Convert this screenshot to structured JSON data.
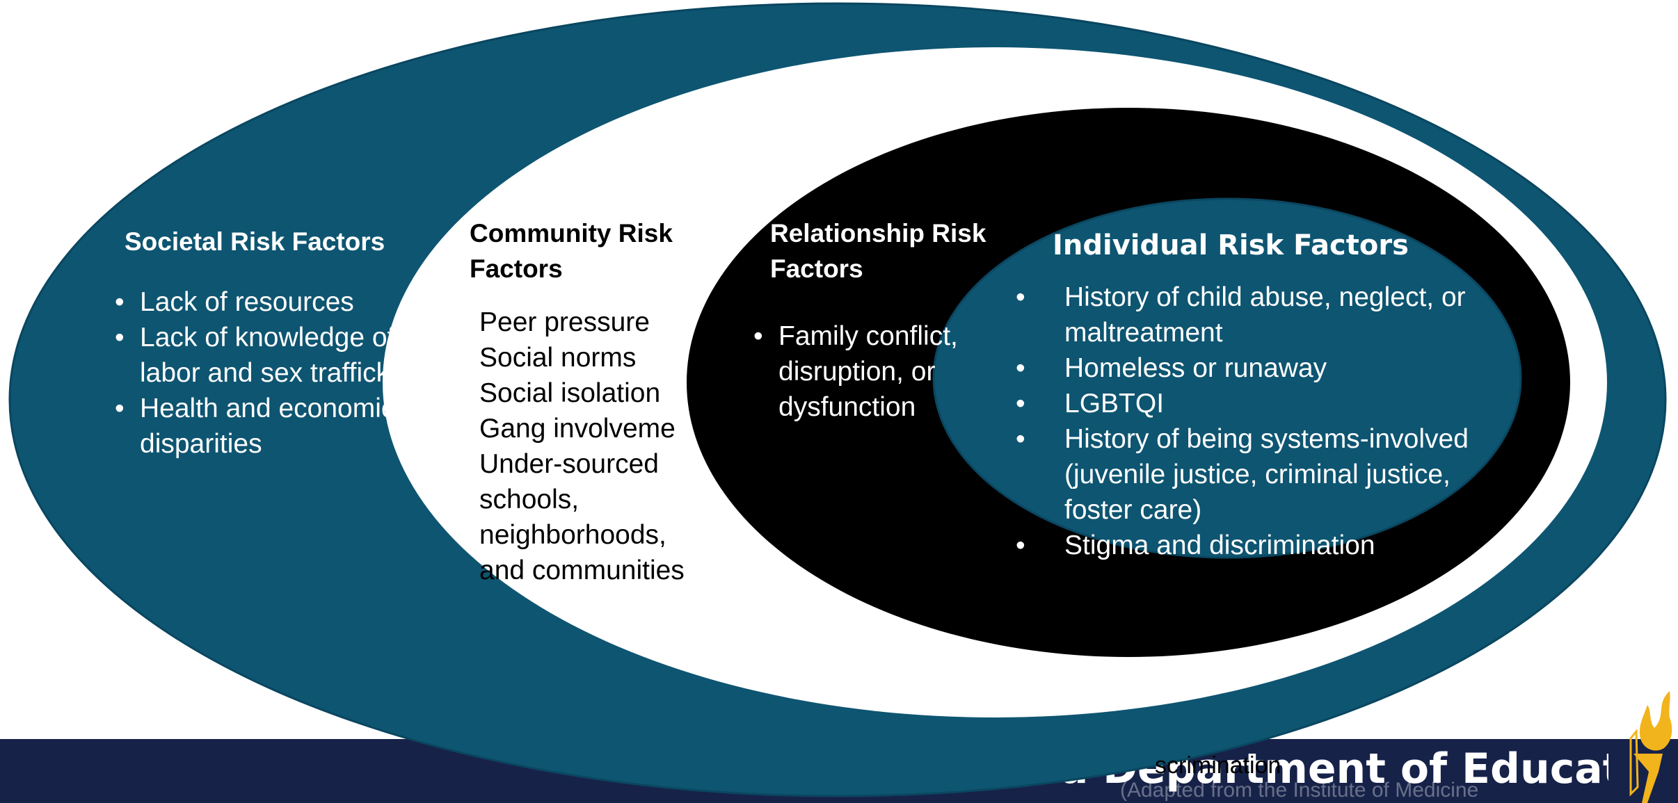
{
  "colors": {
    "outer_ring": "#0e5571",
    "community_ring": "#ffffff",
    "relationship_ring": "#000000",
    "individual_ring": "#0e5571",
    "footer_band": "#172249",
    "torch": "#f2b41c"
  },
  "societal": {
    "title": "Societal Risk Factors",
    "items": [
      "Lack of resources",
      "Lack of knowledge of labor and sex trafficking",
      "Health and economic disparities"
    ]
  },
  "community": {
    "title": "Community Risk Factors",
    "items": [
      "Peer pressure",
      "Social norms",
      "Social isolation",
      "Gang involveme",
      "Under-sourced schools, neighborhoods, and communities"
    ]
  },
  "relationship": {
    "title": "Relationship Risk Factors",
    "items": [
      "Family conflict, disruption, or dysfunction"
    ]
  },
  "individual": {
    "title": "Individual Risk Factors",
    "items": [
      "History of child abuse, neglect, or maltreatment",
      "Homeless or runaway",
      "LGBTQI",
      "History of being systems-involved (juvenile justice, criminal justice, foster care)",
      "Stigma and discrimination"
    ]
  },
  "footer": {
    "title": "Indiana Department of Education",
    "overlap_text": "scrimination",
    "source_text": "(Adapted from the Institute of Medicine",
    "logo_icon": "torch-icon"
  }
}
